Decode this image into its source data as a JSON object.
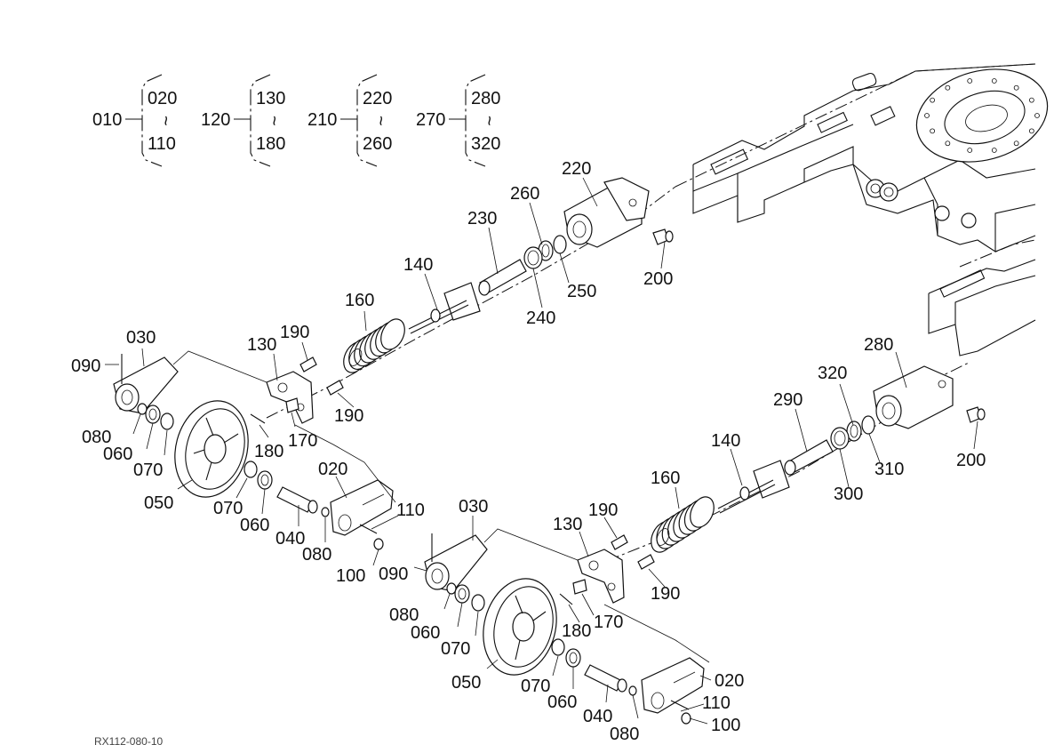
{
  "legend": [
    {
      "group": "010",
      "from": "020",
      "to": "110"
    },
    {
      "group": "120",
      "from": "130",
      "to": "180"
    },
    {
      "group": "210",
      "from": "220",
      "to": "260"
    },
    {
      "group": "270",
      "from": "280",
      "to": "320"
    }
  ],
  "tilde": "~",
  "labels": {
    "l220": "220",
    "l260": "260",
    "l230": "230",
    "l140a": "140",
    "l250": "250",
    "l240": "240",
    "l200a": "200",
    "l160a": "160",
    "l030a": "030",
    "l190a": "190",
    "l130a": "130",
    "l090a": "090",
    "l190b": "190",
    "l080a": "080",
    "l180a": "180",
    "l170a": "170",
    "l060a": "060",
    "l070a": "070",
    "l020a": "020",
    "l050a": "050",
    "l070b": "070",
    "l110a": "110",
    "l060b": "060",
    "l040a": "040",
    "l080b": "080",
    "l100a": "100",
    "l280": "280",
    "l320": "320",
    "l290": "290",
    "l310": "310",
    "l300": "300",
    "l200b": "200",
    "l140b": "140",
    "l160b": "160",
    "l030b": "030",
    "l190c": "190",
    "l130b": "130",
    "l090b": "090",
    "l190d": "190",
    "l080c": "080",
    "l180b": "180",
    "l170b": "170",
    "l060c": "060",
    "l070c": "070",
    "l050b": "050",
    "l070d": "070",
    "l020b": "020",
    "l060d": "060",
    "l110b": "110",
    "l040b": "040",
    "l080d": "080",
    "l100b": "100"
  },
  "figure_code": "RX112-080-10"
}
